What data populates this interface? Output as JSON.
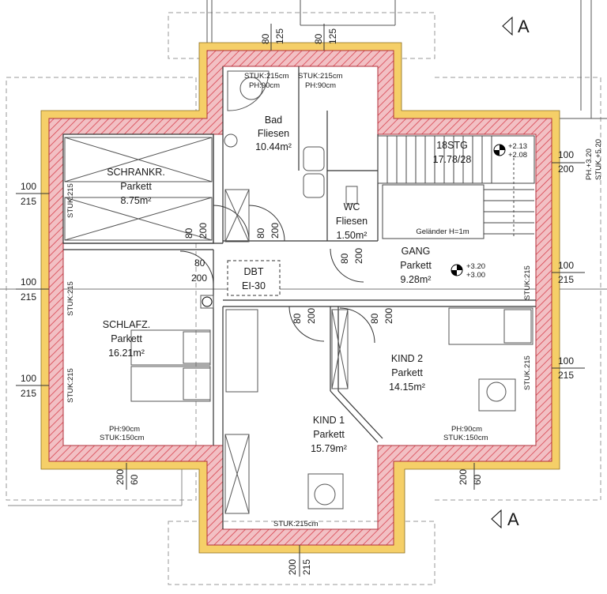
{
  "rooms": {
    "bad": {
      "name": "Bad",
      "floor": "Fliesen",
      "area": "10.44m²"
    },
    "schrank": {
      "name": "SCHRANKR.",
      "floor": "Parkett",
      "area": "8.75m²"
    },
    "wc": {
      "name": "WC",
      "floor": "Fliesen",
      "area": "1.50m²"
    },
    "gang": {
      "name": "GANG",
      "floor": "Parkett",
      "area": "9.28m²"
    },
    "schlaf": {
      "name": "SCHLAFZ.",
      "floor": "Parkett",
      "area": "16.21m²"
    },
    "kind2": {
      "name": "KIND 2",
      "floor": "Parkett",
      "area": "14.15m²"
    },
    "kind1": {
      "name": "KIND 1",
      "floor": "Parkett",
      "area": "15.79m²"
    },
    "dbt": {
      "name": "DBT",
      "rating": "EI-30"
    }
  },
  "stairs": {
    "label": "18STG",
    "dims": "17.78/28",
    "railing": "Geländer H=1m"
  },
  "levels": {
    "stair_top": "+2.13",
    "stair_bottom": "+2.08",
    "gang_top": "+3.20",
    "gang_bottom": "+3.00",
    "ph_side": "PH.+3.20",
    "stuk_side": "STUK.+5.20"
  },
  "section_marker": "A",
  "annotations": {
    "stuk215_cm": "STUK:215cm",
    "ph90_cm": "PH:90cm",
    "stuk150_cm": "STUK:150cm",
    "stuk215": "STUK:215",
    "stuk215_k": "STUK.215"
  },
  "dims": {
    "d80": "80",
    "d125": "125",
    "d100": "100",
    "d215": "215",
    "d200": "200",
    "d60": "60"
  }
}
